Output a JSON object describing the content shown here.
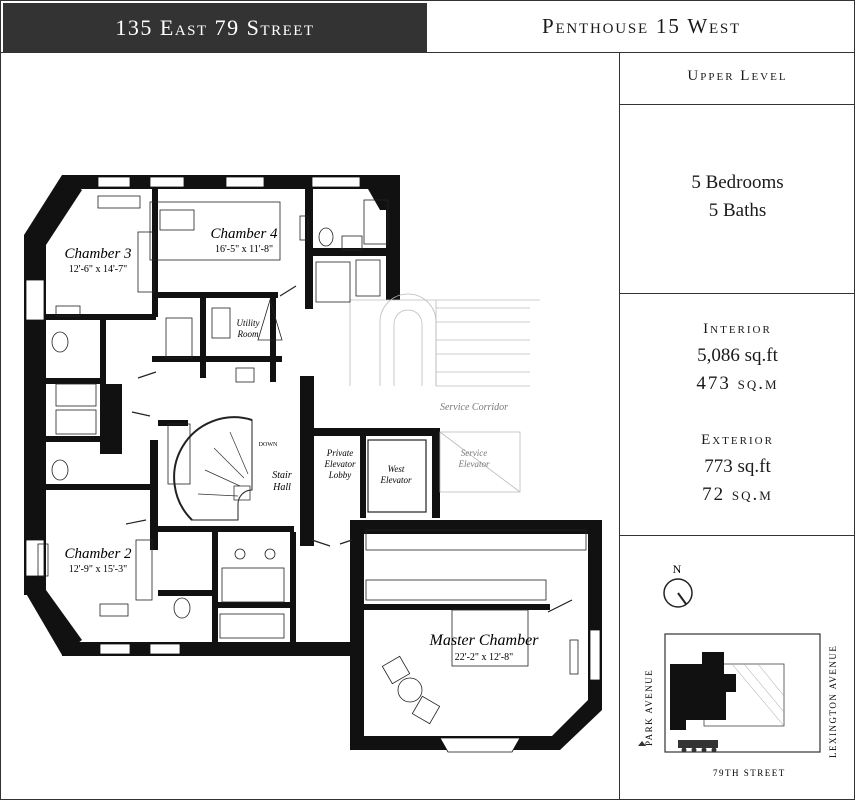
{
  "header": {
    "address": "135 East 79 Street",
    "unit": "Penthouse 15 West"
  },
  "sidebar": {
    "level": "Upper Level",
    "bedrooms": "5 Bedrooms",
    "baths": "5 Baths",
    "interior_label": "Interior",
    "interior_sqft": "5,086 sq.ft",
    "interior_sqm": "473 sq.m",
    "exterior_label": "Exterior",
    "exterior_sqft": "773 sq.ft",
    "exterior_sqm": "72 sq.m"
  },
  "locator": {
    "north": "N",
    "park_avenue": "PARK AVENUE",
    "lexington_avenue": "LEXINGTON AVENUE",
    "street": "79TH STREET"
  },
  "rooms": {
    "chamber3_name": "Chamber 3",
    "chamber3_dims": "12'-6\" x 14'-7\"",
    "chamber4_name": "Chamber 4",
    "chamber4_dims": "16'-5\" x 11'-8\"",
    "utility_line1": "Utility",
    "utility_line2": "Room",
    "service_corridor": "Service Corridor",
    "service_elevator_line1": "Service",
    "service_elevator_line2": "Elevator",
    "down": "DOWN",
    "stair_hall_line1": "Stair",
    "stair_hall_line2": "Hall",
    "private_lobby_line1": "Private",
    "private_lobby_line2": "Elevator",
    "private_lobby_line3": "Lobby",
    "west_elevator_line1": "West",
    "west_elevator_line2": "Elevator",
    "chamber2_name": "Chamber 2",
    "chamber2_dims": "12'-9\" x 15'-3\"",
    "master_name": "Master Chamber",
    "master_dims": "22'-2\" x 12'-8\""
  }
}
